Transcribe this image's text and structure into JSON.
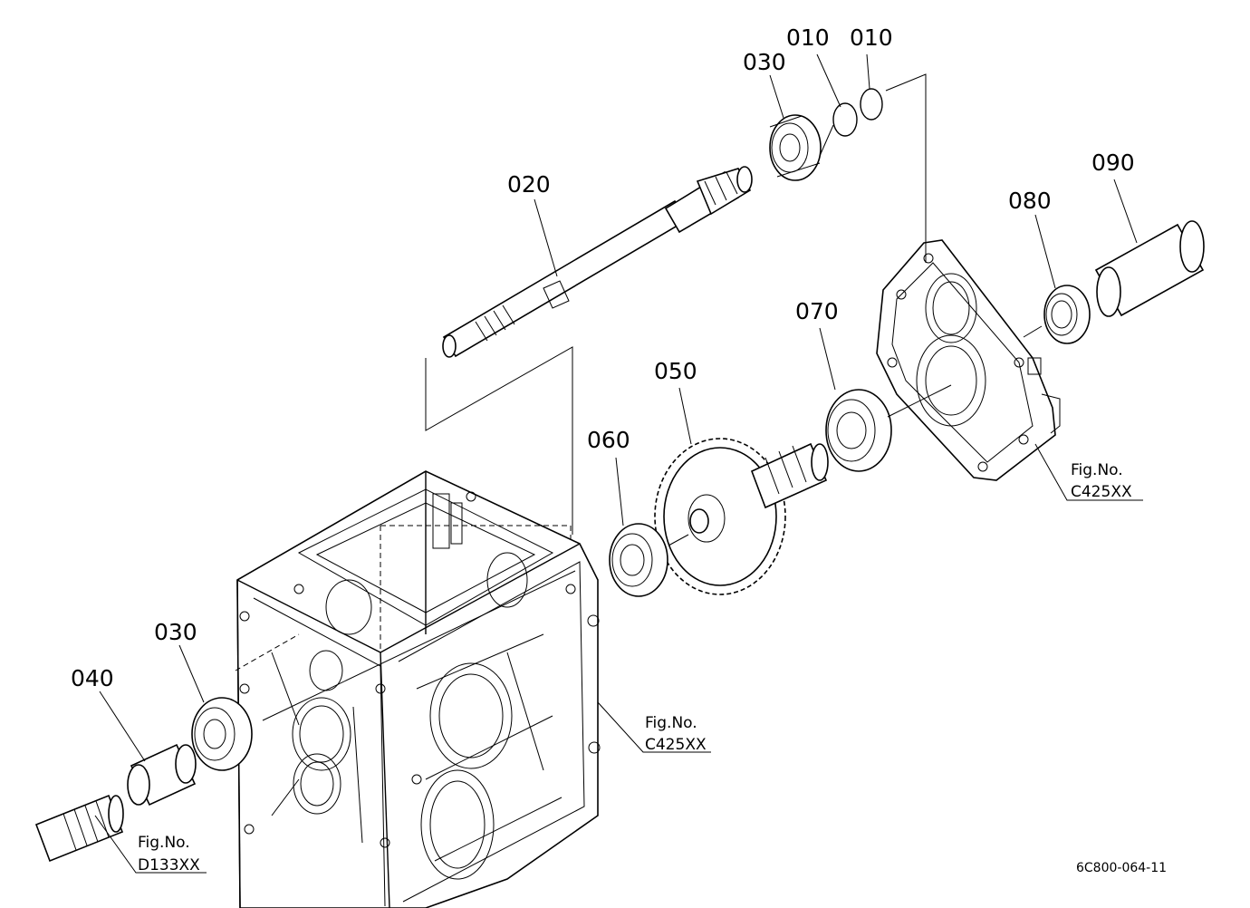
{
  "diagram": {
    "part_labels": {
      "p010a": "010",
      "p010b": "010",
      "p030top": "030",
      "p020": "020",
      "p090": "090",
      "p080": "080",
      "p070": "070",
      "p050": "050",
      "p060": "060",
      "p030bottom": "030",
      "p040": "040"
    },
    "fig_refs": {
      "right": {
        "title": "Fig.No.",
        "code": "C425XX"
      },
      "middle": {
        "title": "Fig.No.",
        "code": "C425XX"
      },
      "left": {
        "title": "Fig.No.",
        "code": "D133XX"
      }
    },
    "drawing_code": "6C800-064-11"
  }
}
